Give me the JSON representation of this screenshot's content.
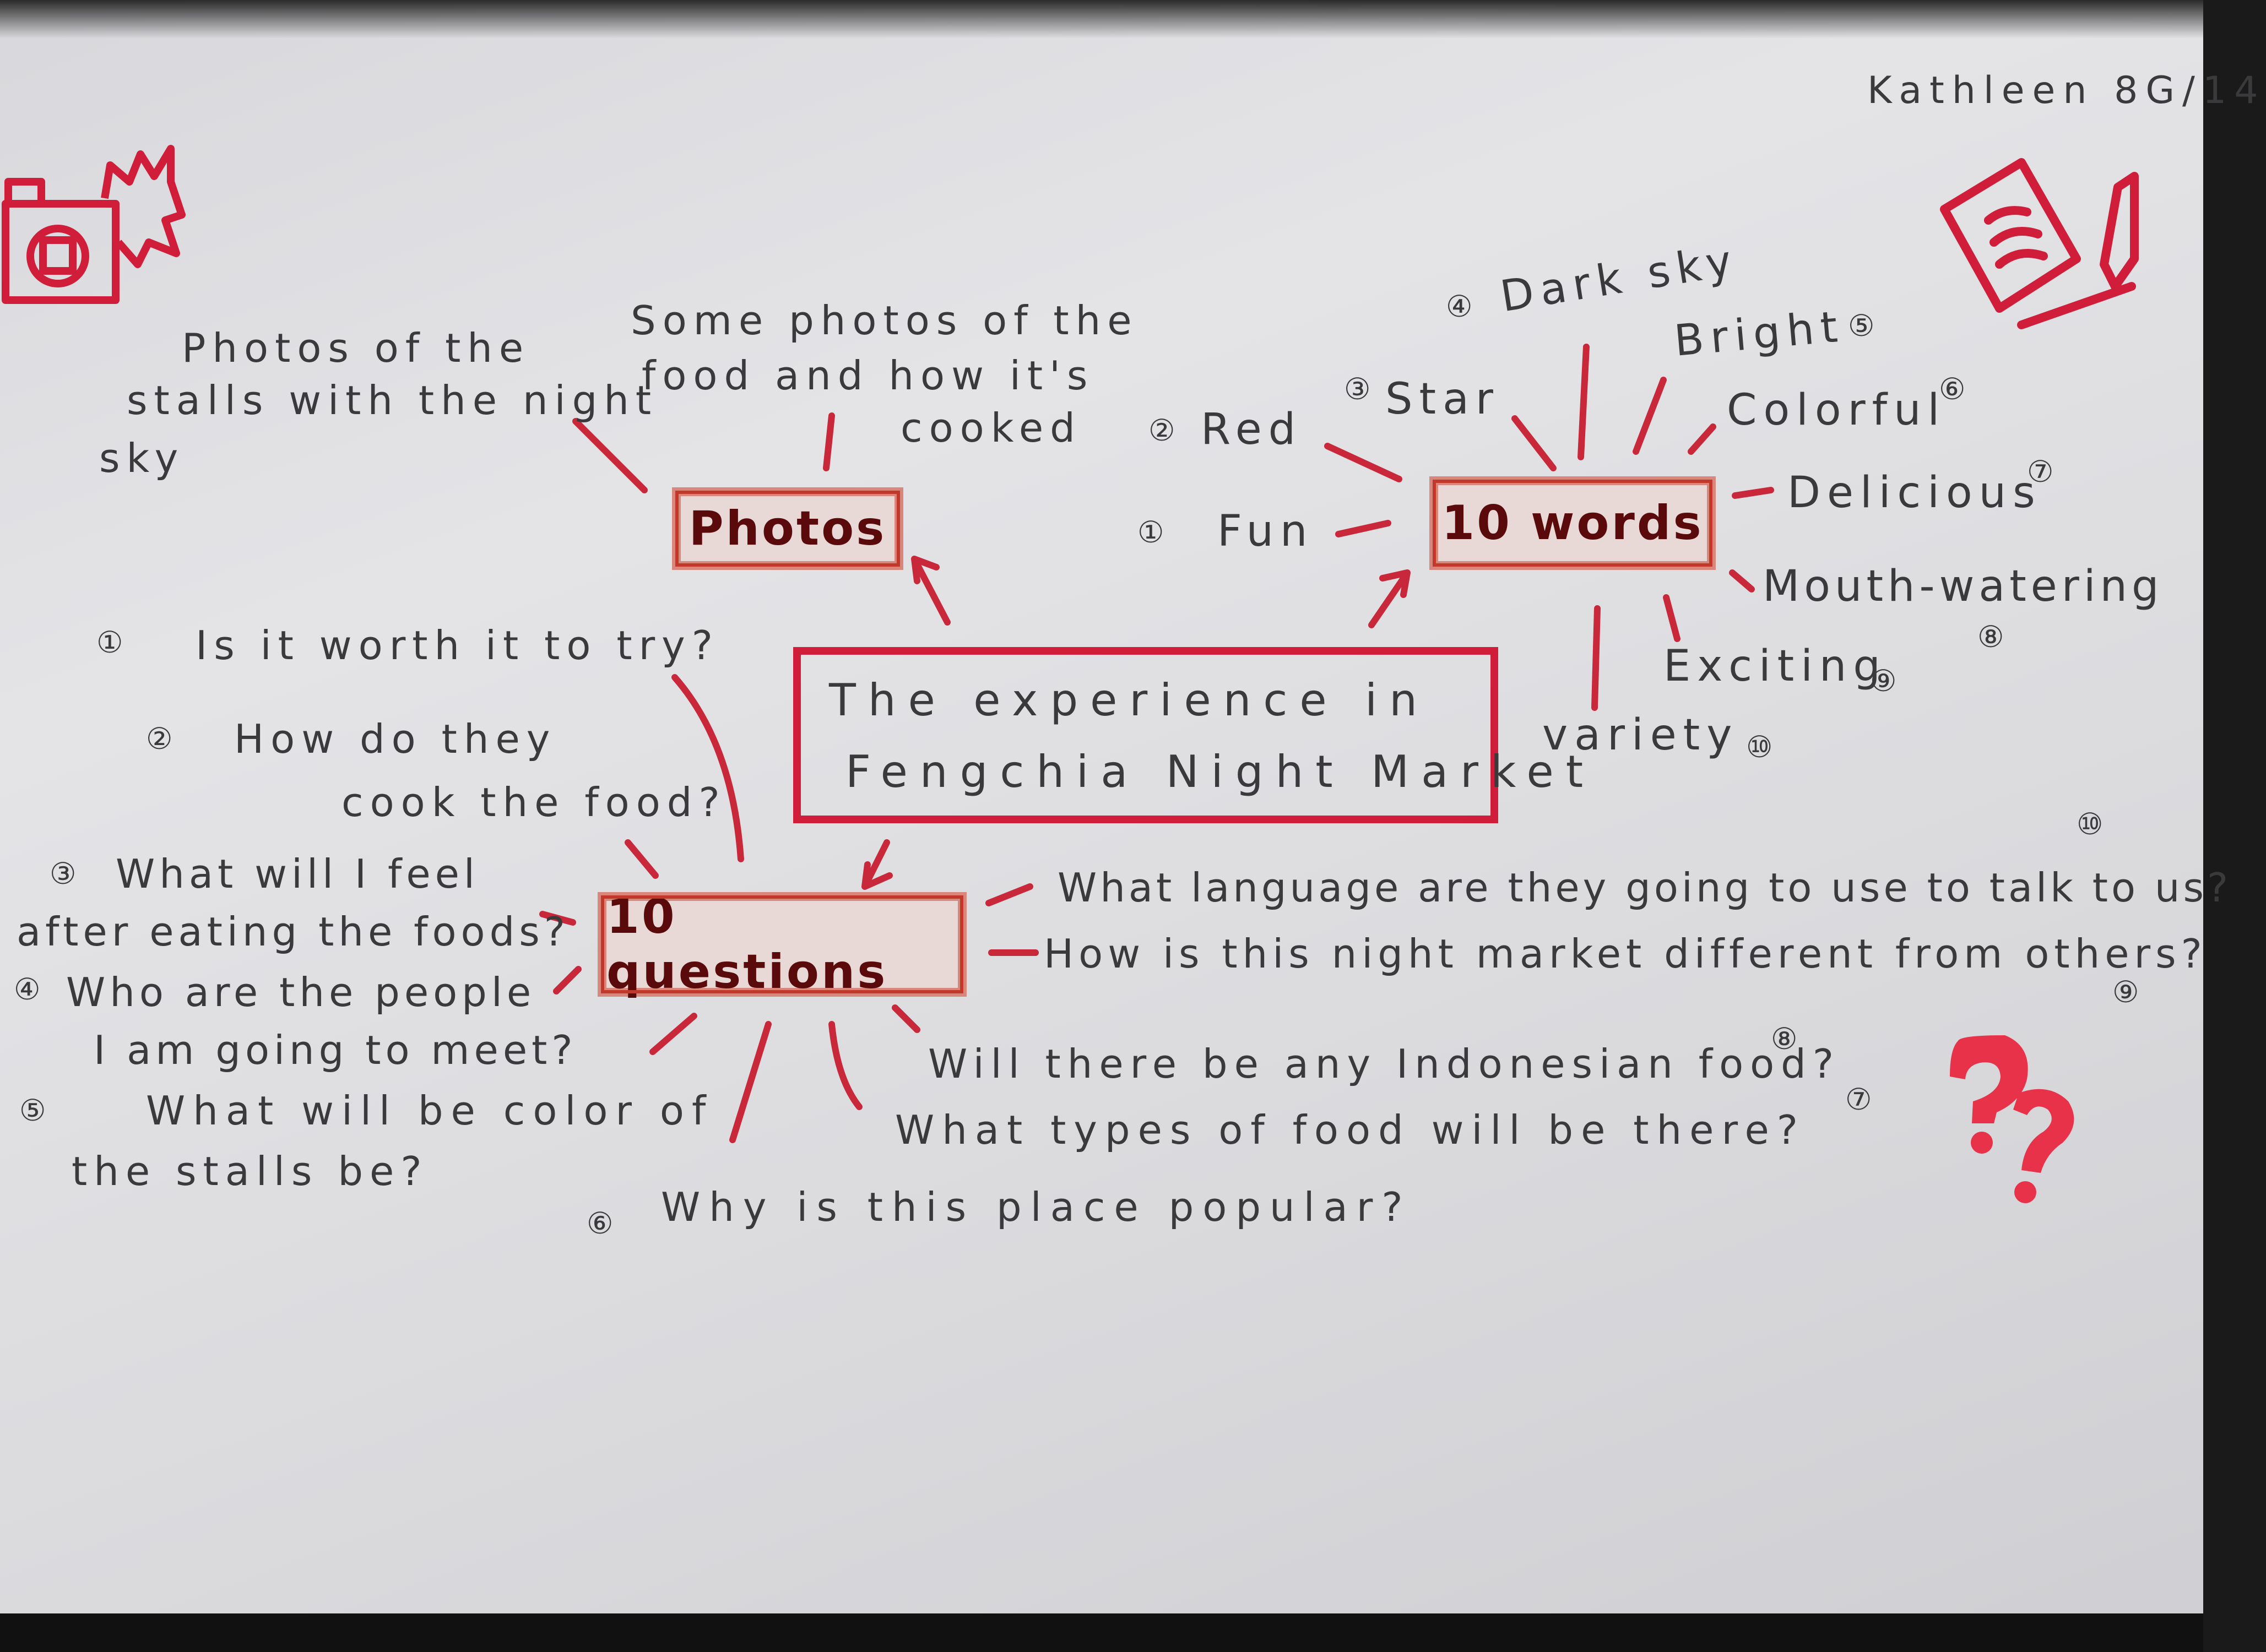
{
  "author": "Kathleen 8G/14",
  "center": {
    "line1": "The experience in",
    "line2": "Fengchia Night Market"
  },
  "nodes": {
    "photos": "Photos",
    "words": "10 words",
    "questions": "10 questions"
  },
  "photos": {
    "stalls_line1": "Photos of the",
    "stalls_line2": "stalls with the night",
    "stalls_line3": "sky",
    "food_line1": "Some photos of the",
    "food_line2": "food and how it's",
    "food_line3": "cooked"
  },
  "words": [
    {
      "num": "①",
      "text": "Fun"
    },
    {
      "num": "②",
      "text": "Red"
    },
    {
      "num": "③",
      "text": "Star"
    },
    {
      "num": "④",
      "text": "Dark sky"
    },
    {
      "num": "⑤",
      "text": "Bright"
    },
    {
      "num": "⑥",
      "text": "Colorful"
    },
    {
      "num": "⑦",
      "text": "Delicious"
    },
    {
      "num": "⑧",
      "text": "Mouth-watering"
    },
    {
      "num": "⑨",
      "text": "Exciting"
    },
    {
      "num": "⑩",
      "text": "variety"
    }
  ],
  "questions": {
    "q1": {
      "num": "①",
      "text": "Is it worth it to try?"
    },
    "q2": {
      "num": "②",
      "line1": "How do they",
      "line2": "cook the food?"
    },
    "q3": {
      "num": "③",
      "line1": "What will I feel",
      "line2": "after eating the foods?"
    },
    "q4": {
      "num": "④",
      "line1": "Who are the people",
      "line2": "I am going to meet?"
    },
    "q5": {
      "num": "⑤",
      "line1": "What will be color of",
      "line2": "the stalls be?"
    },
    "q6": {
      "num": "⑥",
      "text": "Why is this place popular?"
    },
    "q7": {
      "num": "⑦",
      "text": "What types of food will be there?"
    },
    "q8": {
      "num": "⑧",
      "text": "Will there be any Indonesian food?"
    },
    "q9": {
      "num": "⑨",
      "text": "How is this night market different from others?"
    },
    "q10": {
      "num": "⑩",
      "text": "What language are they going to use to talk to us?"
    }
  },
  "icons": [
    "camera-icon",
    "notepad-pen-icon",
    "question-marks-icon"
  ],
  "colors": {
    "accent": "#d01e3a",
    "ink": "#3a3a3c",
    "box_fill": "#e8d8d6"
  }
}
